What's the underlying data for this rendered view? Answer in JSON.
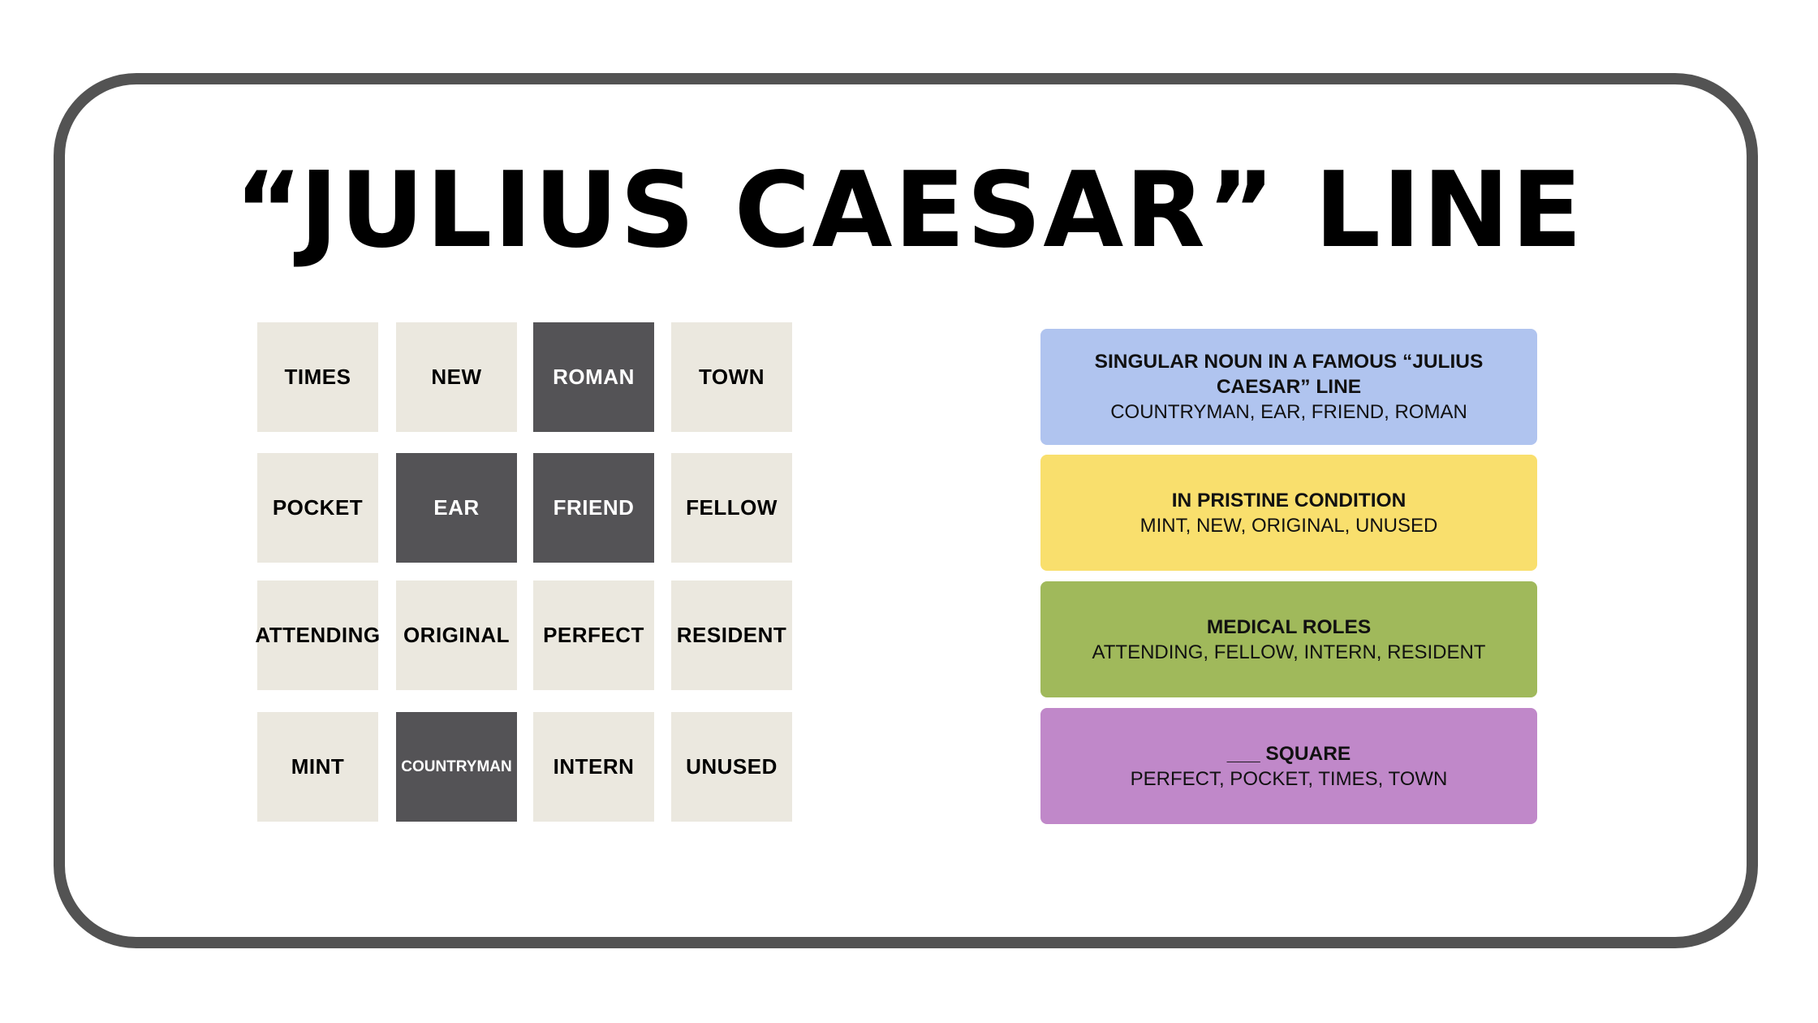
{
  "title": "“JULIUS CAESAR” LINE",
  "grid": {
    "tiles": [
      {
        "label": "TIMES",
        "selected": false
      },
      {
        "label": "NEW",
        "selected": false
      },
      {
        "label": "ROMAN",
        "selected": true
      },
      {
        "label": "TOWN",
        "selected": false
      },
      {
        "label": "POCKET",
        "selected": false
      },
      {
        "label": "EAR",
        "selected": true
      },
      {
        "label": "FRIEND",
        "selected": true
      },
      {
        "label": "FELLOW",
        "selected": false
      },
      {
        "label": "ATTENDING",
        "selected": false
      },
      {
        "label": "ORIGINAL",
        "selected": false
      },
      {
        "label": "PERFECT",
        "selected": false
      },
      {
        "label": "RESIDENT",
        "selected": false
      },
      {
        "label": "MINT",
        "selected": false
      },
      {
        "label": "COUNTRYMAN",
        "selected": true
      },
      {
        "label": "INTERN",
        "selected": false
      },
      {
        "label": "UNUSED",
        "selected": false
      }
    ]
  },
  "groups": [
    {
      "name": "SINGULAR NOUN IN A FAMOUS “JULIUS CAESAR” LINE",
      "words": "COUNTRYMAN, EAR, FRIEND, ROMAN",
      "color": "#b0c4ef"
    },
    {
      "name": "IN PRISTINE CONDITION",
      "words": "MINT, NEW, ORIGINAL, UNUSED",
      "color": "#f9df6d"
    },
    {
      "name": "MEDICAL ROLES",
      "words": "ATTENDING, FELLOW, INTERN, RESIDENT",
      "color": "#a0b95b"
    },
    {
      "name": "___ SQUARE",
      "words": "PERFECT, POCKET, TIMES, TOWN",
      "color": "#c088c9"
    }
  ],
  "colors": {
    "frame": "#535353",
    "tile_light": "#ebe8df",
    "tile_dark": "#545356"
  }
}
